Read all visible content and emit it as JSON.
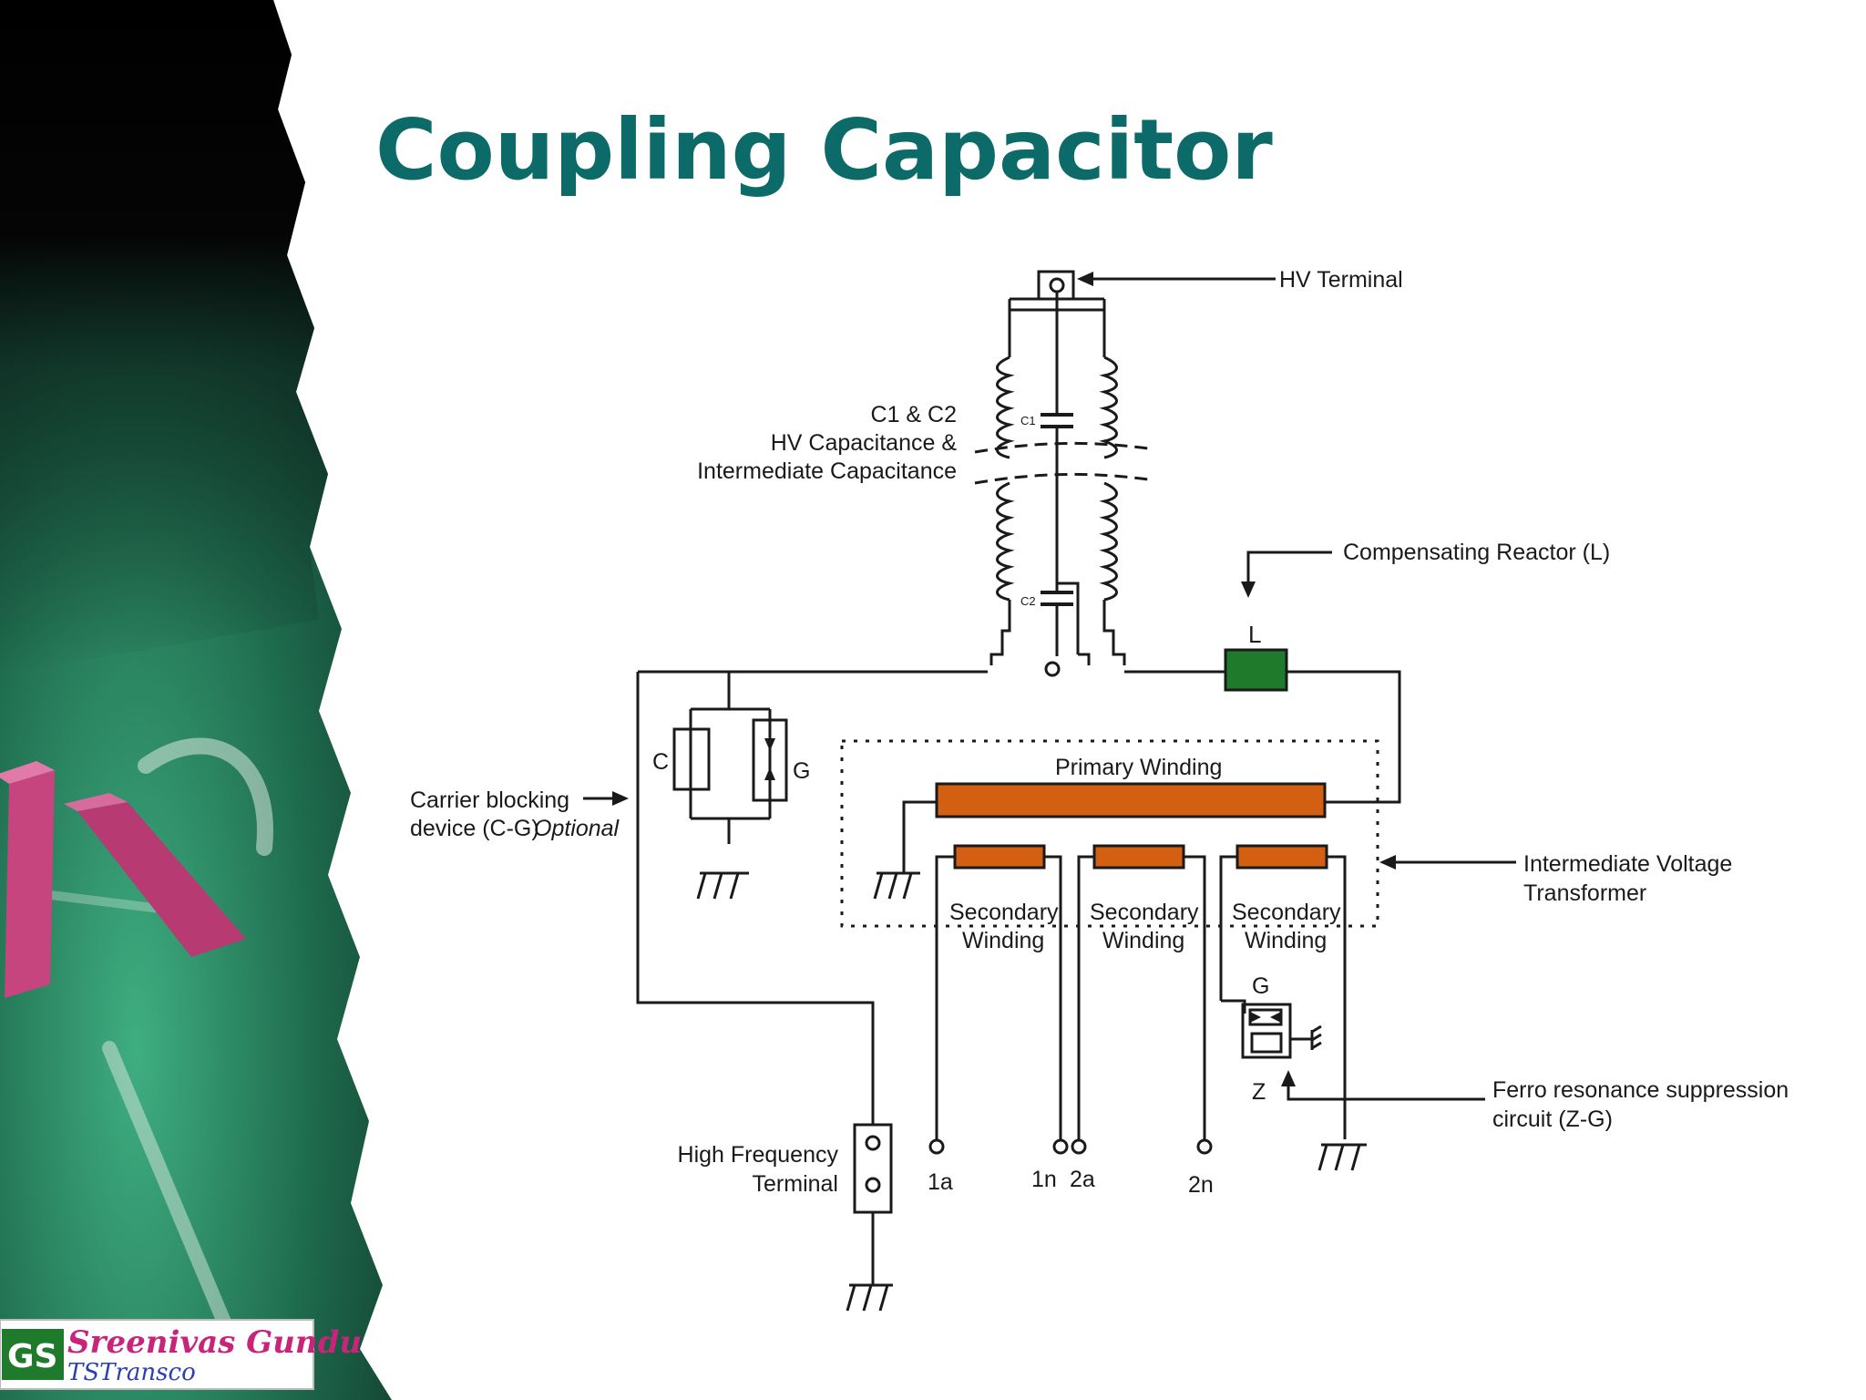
{
  "slide": {
    "title": "Coupling Capacitor"
  },
  "diagram": {
    "labels": {
      "hv_terminal": "HV Terminal",
      "c1c2_line1": "C1 & C2",
      "c1c2_line2": "HV Capacitance &",
      "c1c2_line3": "Intermediate Capacitance",
      "c1": "C1",
      "c2": "C2",
      "compensating_reactor": "Compensating Reactor (L)",
      "reactor_L": "L",
      "carrier_line1": "Carrier blocking",
      "carrier_line2": "device (C-G)",
      "carrier_optional": "Optional",
      "cap_C": "C",
      "gap_G": "G",
      "primary_winding": "Primary Winding",
      "ivt_line1": "Intermediate Voltage",
      "ivt_line2": "Transformer",
      "secondary_1_line1": "Secondary",
      "secondary_1_line2": "Winding",
      "secondary_2_line1": "Secondary",
      "secondary_2_line2": "Winding",
      "secondary_3_line1": "Secondary",
      "secondary_3_line2": "Winding",
      "ferro_G": "G",
      "ferro_Z": "Z",
      "ferro_line1": "Ferro resonance suppression",
      "ferro_line2": "circuit (Z-G)",
      "hf_line1": "High Frequency",
      "hf_line2": "Terminal",
      "t1a": "1a",
      "t1n": "1n",
      "t2a": "2a",
      "t2n": "2n"
    },
    "colors": {
      "reactor": "#1f7a2c",
      "winding": "#d35f12",
      "wire": "#1a1a1a",
      "title": "#0c6b68"
    }
  },
  "logo": {
    "initials": "GS",
    "name": "Sreenivas Gundu",
    "org": "TSTransco"
  }
}
